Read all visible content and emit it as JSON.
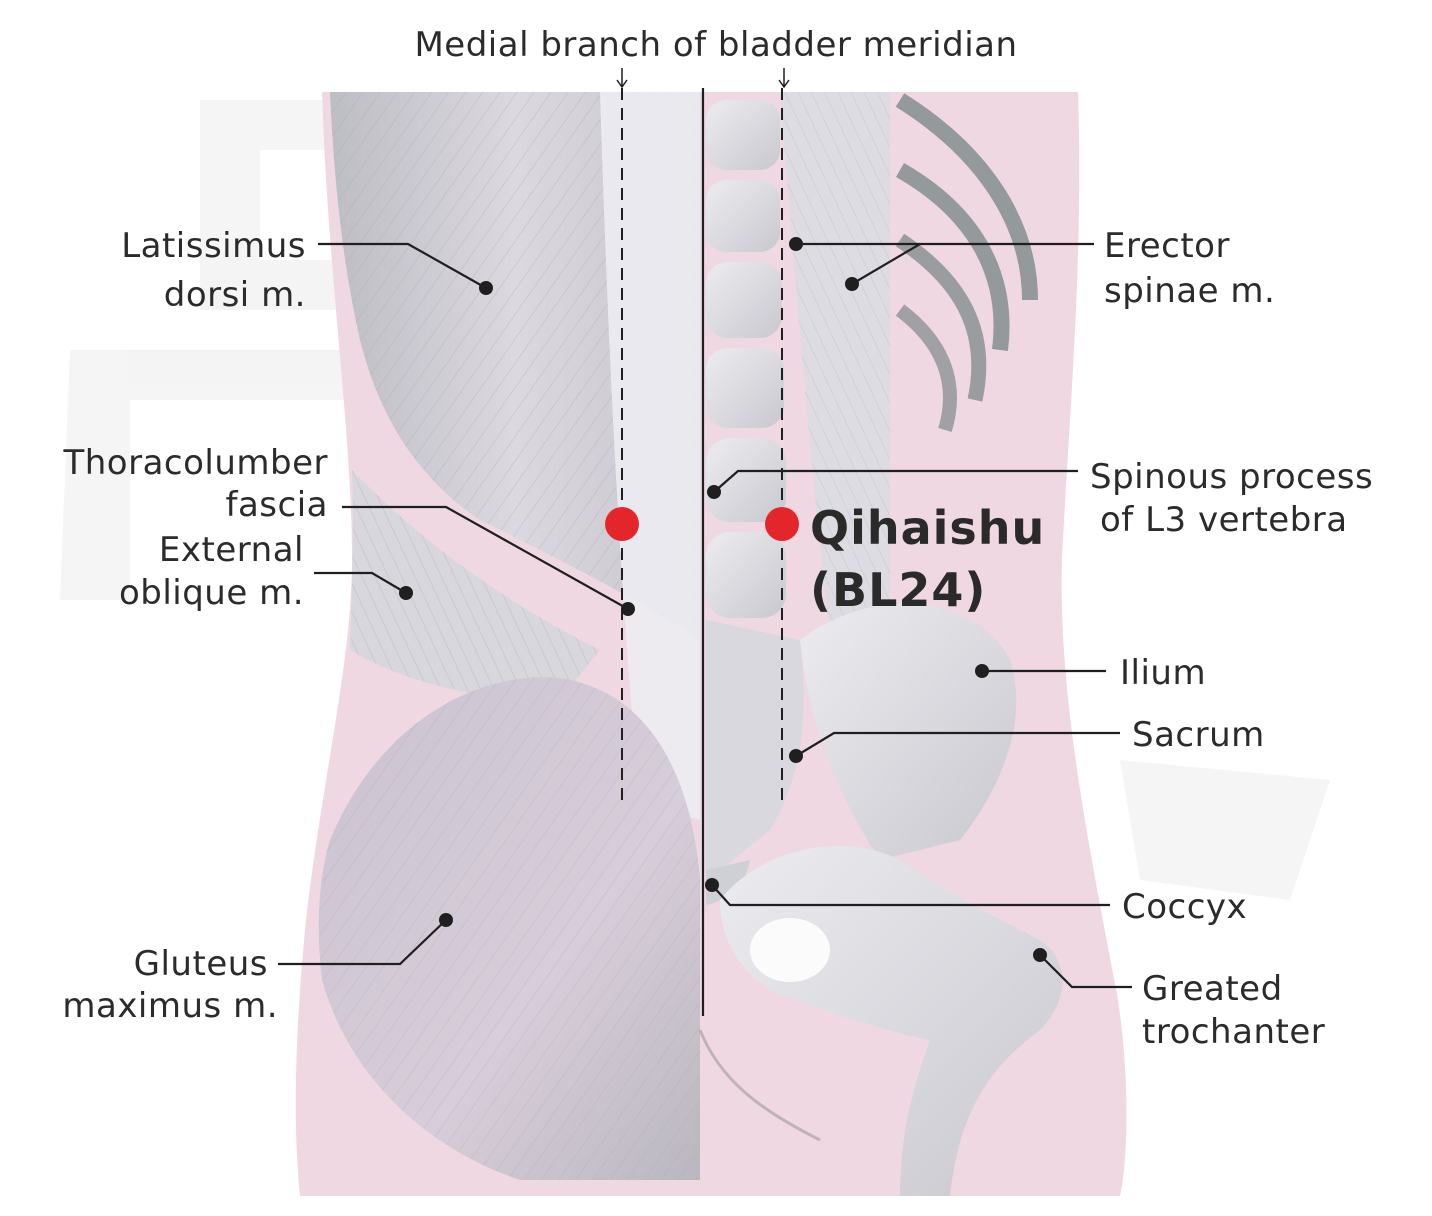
{
  "title": "Medial branch of bladder meridian",
  "acupoint": {
    "name": "Qihaishu",
    "code": "(BL24)",
    "color": "#e3262b"
  },
  "labels": {
    "latissimus": [
      "Latissimus",
      "dorsi m."
    ],
    "thoracolumbar": [
      "Thoracolumber",
      "fascia"
    ],
    "external_oblique": [
      "External",
      "oblique m."
    ],
    "gluteus": [
      "Gluteus",
      "maximus m."
    ],
    "erector": [
      "Erector",
      "spinae m."
    ],
    "spinous": [
      "Spinous process",
      "of L3 vertebra"
    ],
    "ilium": [
      "Ilium"
    ],
    "sacrum": [
      "Sacrum"
    ],
    "coccyx": [
      "Coccyx"
    ],
    "trochanter": [
      "Greated",
      "trochanter"
    ]
  },
  "colors": {
    "skin_pink": "#f1d6e1",
    "muscle_gray": "#c9c9cf",
    "bone_light": "#e6e6ea",
    "line_dark": "#1f1f1f"
  }
}
